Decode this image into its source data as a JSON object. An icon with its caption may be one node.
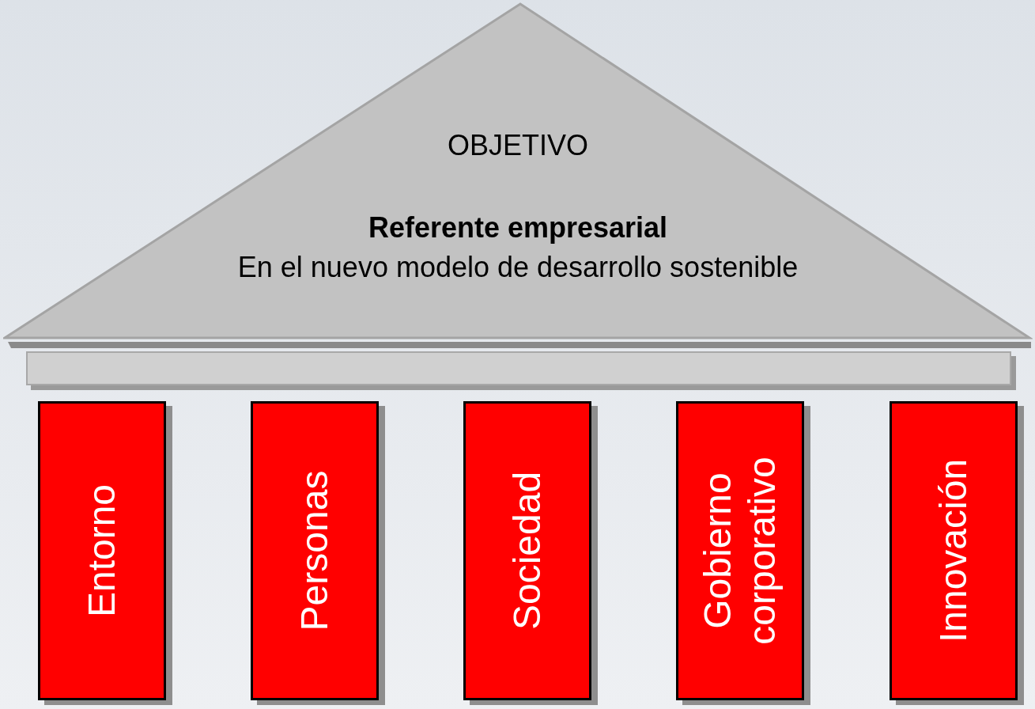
{
  "diagram": {
    "nodes": [
      {
        "text": [
          "OBJETIVO",
          "Referente empresarial",
          "En el nuevo modelo de desarrollo sostenible"
        ]
      },
      {
        "text": [],
        "shape": "bar"
      },
      {
        "text": [
          "Entorno"
        ]
      },
      {
        "text": [
          "Personas"
        ]
      },
      {
        "text": [
          "Sociedad"
        ]
      },
      {
        "text": [
          "Gobierno corporativo"
        ]
      },
      {
        "text": [
          "Innovación"
        ]
      }
    ]
  }
}
